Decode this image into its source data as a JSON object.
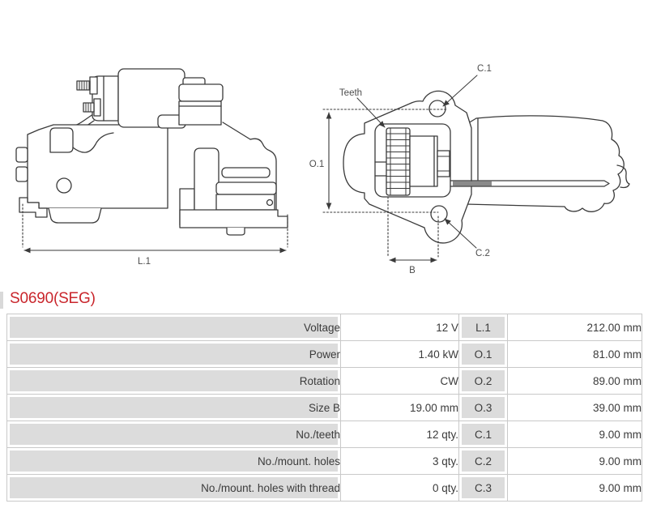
{
  "title": "S0690(SEG)",
  "diagram": {
    "side_view": {
      "length_label": "L.1"
    },
    "front_view": {
      "teeth_label": "Teeth",
      "hole_top_label": "C.1",
      "hole_bottom_label": "C.2",
      "diameter_label": "O.1",
      "pinion_width_label": "B"
    }
  },
  "colors": {
    "accent_red": "#c9262c",
    "drawing_line": "#3a3a3a",
    "cell_gray": "#dcdcdc",
    "grid_border": "#c9c9c9",
    "shaft_gray": "#8a8a8a"
  },
  "spec_table": {
    "rows": [
      {
        "label": "Voltage",
        "value": "12 V",
        "code": "L.1",
        "code_value": "212.00 mm"
      },
      {
        "label": "Power",
        "value": "1.40 kW",
        "code": "O.1",
        "code_value": "81.00 mm"
      },
      {
        "label": "Rotation",
        "value": "CW",
        "code": "O.2",
        "code_value": "89.00 mm"
      },
      {
        "label": "Size B",
        "value": "19.00 mm",
        "code": "O.3",
        "code_value": "39.00 mm"
      },
      {
        "label": "No./teeth",
        "value": "12 qty.",
        "code": "C.1",
        "code_value": "9.00 mm"
      },
      {
        "label": "No./mount. holes",
        "value": "3 qty.",
        "code": "C.2",
        "code_value": "9.00 mm"
      },
      {
        "label": "No./mount. holes with thread",
        "value": "0 qty.",
        "code": "C.3",
        "code_value": "9.00 mm"
      }
    ]
  }
}
